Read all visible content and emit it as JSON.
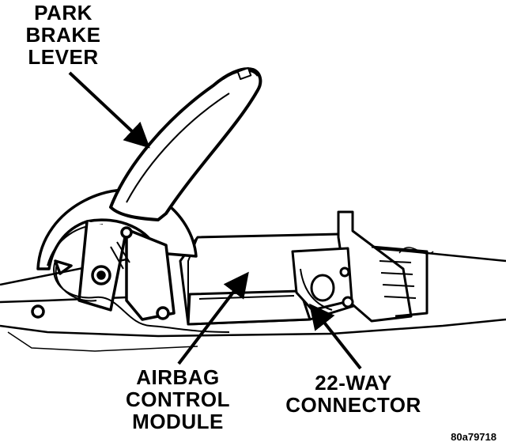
{
  "labels": {
    "park_brake_lever": [
      "PARK",
      "BRAKE",
      "LEVER"
    ],
    "airbag_control_module": [
      "AIRBAG",
      "CONTROL",
      "MODULE"
    ],
    "connector": [
      "22-WAY",
      "CONNECTOR"
    ]
  },
  "figure_id": "80a79718",
  "colors": {
    "ink": "#000000",
    "paper": "#ffffff"
  }
}
